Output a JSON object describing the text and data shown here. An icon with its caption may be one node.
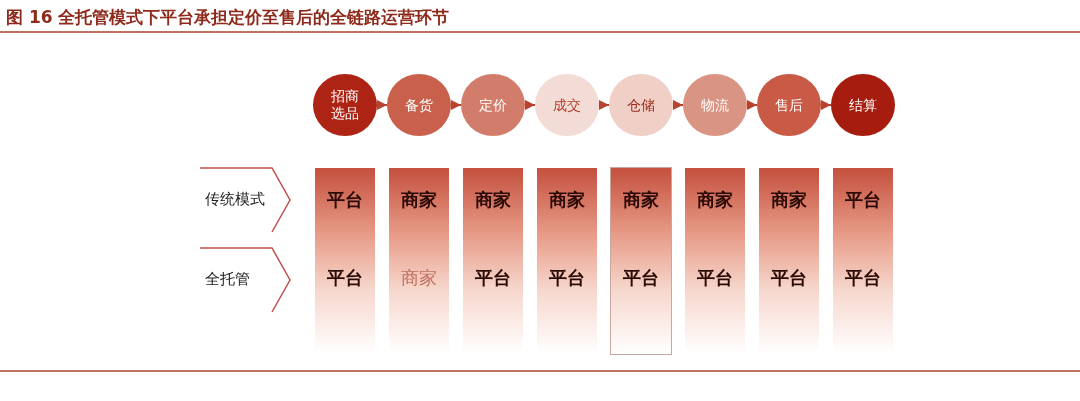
{
  "diagram": {
    "title": "图 16 全托管模式下平台承担定价至售后的全链路运营环节",
    "nodes": [
      {
        "text": [
          "招商选品"
        ]
      },
      {
        "text": [
          "备货"
        ]
      },
      {
        "text": [
          "定价"
        ]
      },
      {
        "text": [
          "成交"
        ]
      },
      {
        "text": [
          "仓储"
        ]
      },
      {
        "text": [
          "物流"
        ]
      },
      {
        "text": [
          "售后"
        ]
      },
      {
        "text": [
          "结算"
        ]
      },
      {
        "text": [
          "平台",
          "平台"
        ]
      },
      {
        "text": [
          "商家",
          "商家"
        ]
      },
      {
        "text": [
          "商家",
          "平台"
        ]
      },
      {
        "text": [
          "商家",
          "平台"
        ]
      },
      {
        "text": [
          "商家",
          "平台"
        ]
      },
      {
        "text": [
          "商家",
          "平台"
        ]
      },
      {
        "text": [
          "商家",
          "平台"
        ]
      },
      {
        "text": [
          "平台",
          "平台"
        ]
      }
    ],
    "edges": [
      {
        "from": 0,
        "to": 1,
        "arrow": "to"
      },
      {
        "from": 1,
        "to": 2,
        "arrow": "to"
      },
      {
        "from": 2,
        "to": 3,
        "arrow": "to"
      },
      {
        "from": 3,
        "to": 4,
        "arrow": "to"
      },
      {
        "from": 4,
        "to": 5,
        "arrow": "to"
      },
      {
        "from": 5,
        "to": 6,
        "arrow": "to"
      },
      {
        "from": 6,
        "to": 7,
        "arrow": "to"
      }
    ],
    "labels": [
      "传统模式",
      "全托管"
    ]
  }
}
